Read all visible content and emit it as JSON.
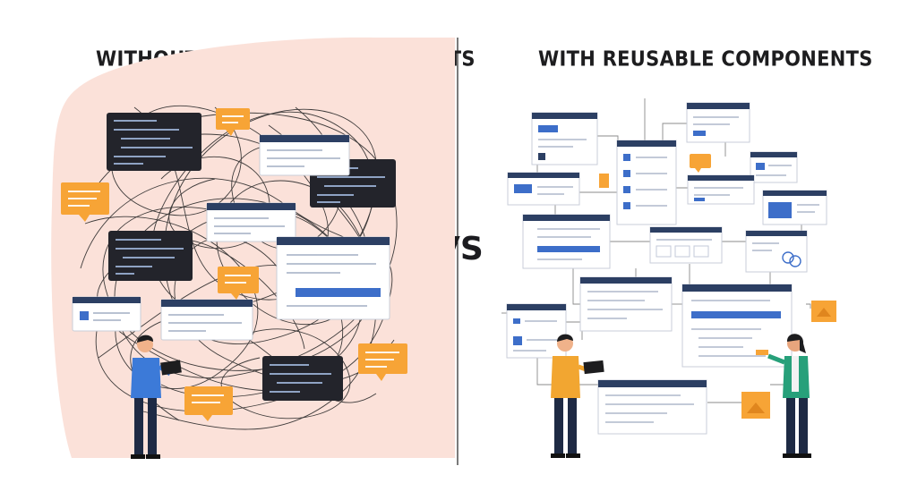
{
  "left_panel": {
    "title": "WITHOUT REUSABLE COMPONENTS"
  },
  "right_panel": {
    "title": "WITH REUSABLE COMPONENTS"
  },
  "center": {
    "vs_label": "VS"
  },
  "colors": {
    "blob": "#fbe1d9",
    "navy": "#2c3f63",
    "code_bg": "#23242b",
    "orange": "#f7a436",
    "blue_accent": "#3d6ec9",
    "card_bg": "#ffffff",
    "wire": "#2a2a2a"
  },
  "icons": [
    "chat-bubble-icon",
    "code-window-icon",
    "ui-window-icon",
    "laptop-icon",
    "document-icon"
  ]
}
